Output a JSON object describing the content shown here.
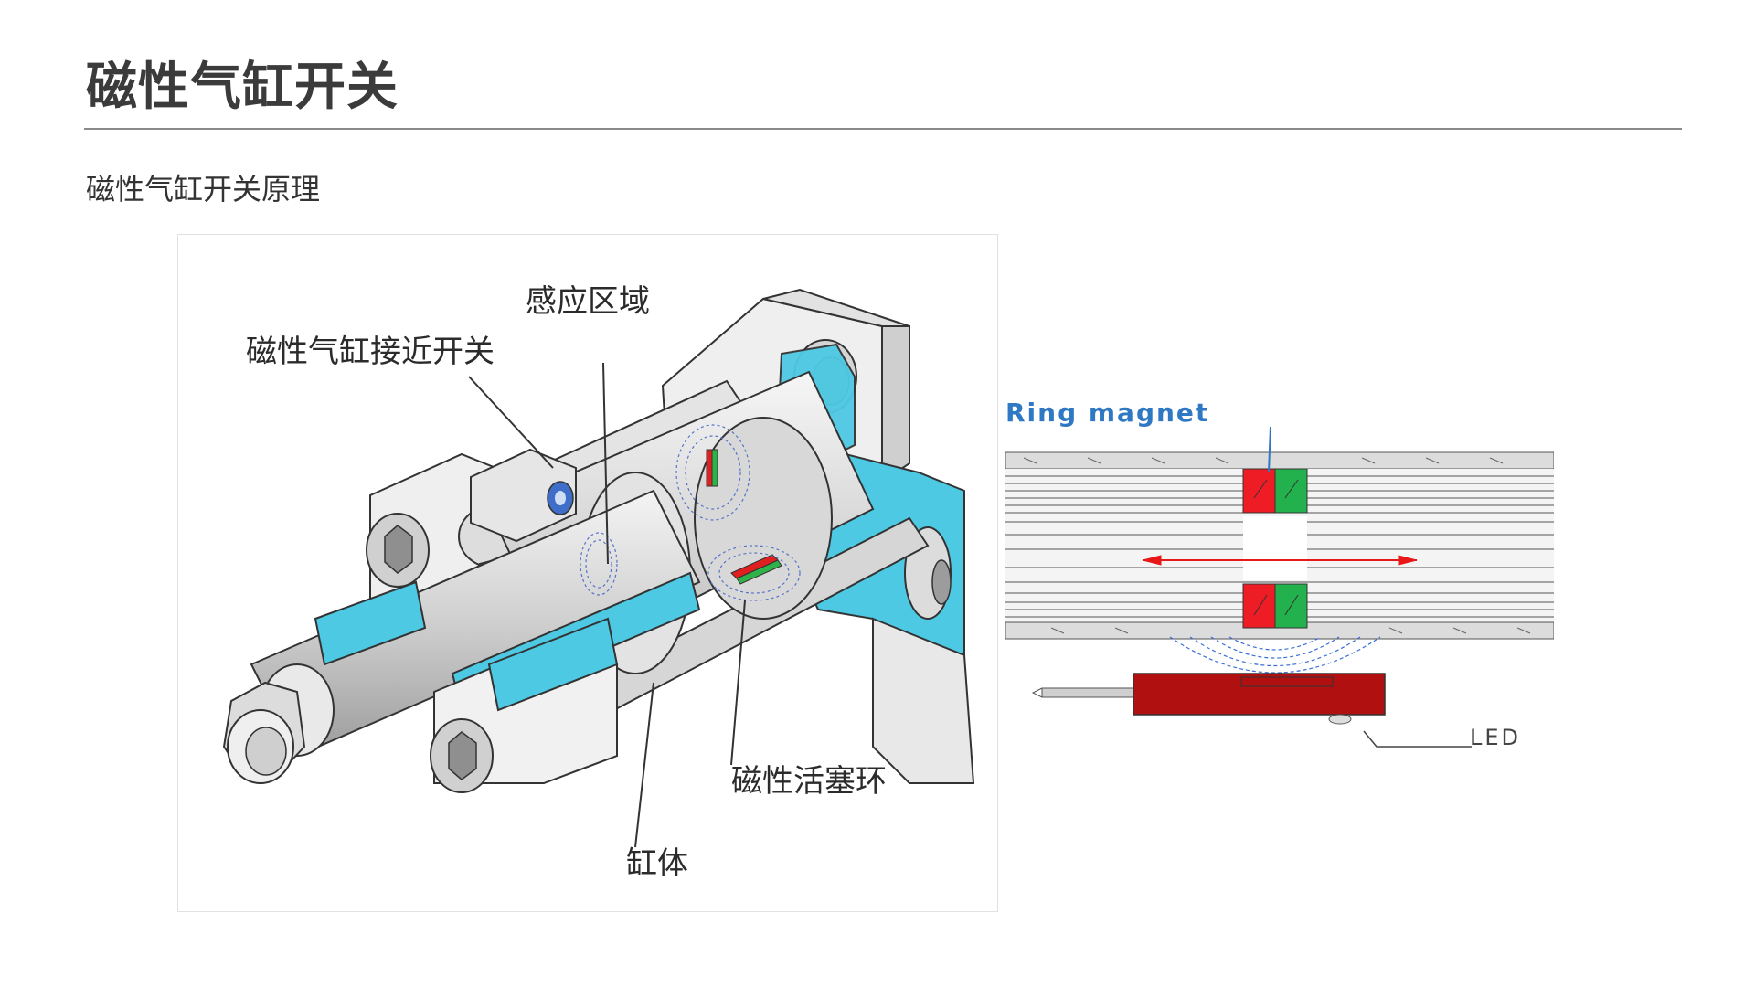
{
  "header": {
    "title": "磁性气缸开关",
    "rule_color": "#8a8a8a"
  },
  "section": {
    "subtitle": "磁性气缸开关原理"
  },
  "figure_left": {
    "callouts": {
      "sensing_zone": "感应区域",
      "proximity_switch": "磁性气缸接近开关",
      "piston_ring": "磁性活塞环",
      "cylinder_body": "缸体"
    },
    "colors": {
      "section_cut": "#4ec9e4",
      "metal": "#d9d9d9",
      "magnet_red": "#e02020",
      "magnet_green": "#2fb24a"
    }
  },
  "figure_right": {
    "ring_label": "Ring magnet",
    "led_label": "LED",
    "colors": {
      "magnet_red": "#ee1c24",
      "magnet_green": "#22b14c",
      "sensor_body": "#b01010",
      "arrow": "#e81818",
      "field_lines": "#3a6fd8",
      "label_blue": "#2f78c4"
    }
  }
}
